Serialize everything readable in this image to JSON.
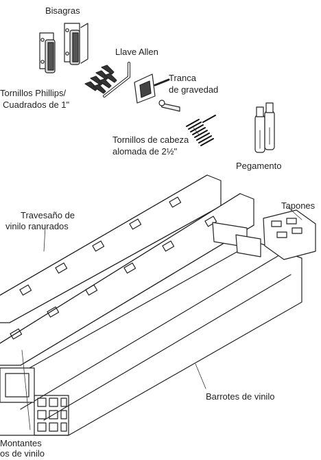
{
  "labels": {
    "hinges": "Bisagras",
    "allen_key": "Llave Allen",
    "screws_phillips_line1": "Tornillos Phillips/",
    "screws_phillips_line2": "Cuadrados de 1\"",
    "gravity_latch_line1": "Tranca",
    "gravity_latch_line2": "de gravedad",
    "dome_screws_line1": "Tornillos de cabeza",
    "dome_screws_line2": "alomada de 2½\"",
    "glue": "Pegamento",
    "routed_rails_line1": "Travesaño de",
    "routed_rails_line2": "vinilo ranurados",
    "caps": "Tapones",
    "pickets": "Barrotes de vinilo",
    "posts_line1": "Montantes",
    "posts_line2": "os de vinilo"
  }
}
